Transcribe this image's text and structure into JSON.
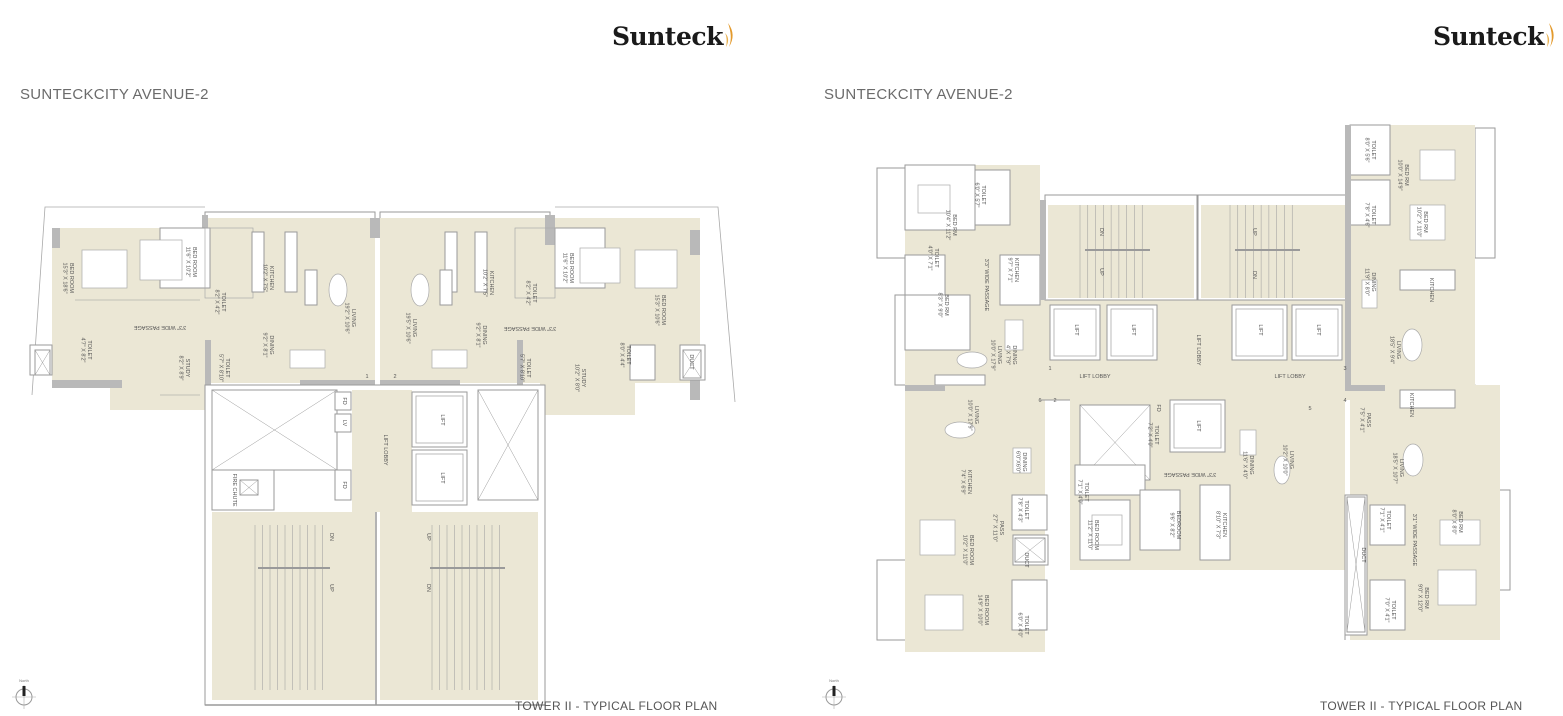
{
  "pages": [
    {
      "logo": "Sunteck",
      "project_title": "SUNTECKCITY AVENUE-2",
      "plan_caption": "TOWER II - TYPICAL FLOOR PLAN",
      "north_label": "North",
      "rooms": [
        {
          "name": "BED ROOM",
          "size": "15'3\" X 18'6\""
        },
        {
          "name": "BED ROOM",
          "size": "11'6\" X 10'2\""
        },
        {
          "name": "TOILET",
          "size": "8'2\" X 4'2\""
        },
        {
          "name": "KITCHEN",
          "size": "10'2\" X 7'5\""
        },
        {
          "name": "LIVING",
          "size": "19'2\" X 10'6\""
        },
        {
          "name": "DINING",
          "size": "9'2\" X 8'1\""
        },
        {
          "name": "3'3\" WIDE PASSAGE",
          "size": ""
        },
        {
          "name": "TOILET",
          "size": "4'7\" X 8'2\""
        },
        {
          "name": "STUDY",
          "size": "8'2\" X 8'9\""
        },
        {
          "name": "TOILET",
          "size": "5'7\" X 8'10\""
        },
        {
          "name": "LIVING",
          "size": "19'5\" X 10'6\""
        },
        {
          "name": "KITCHEN",
          "size": "10'2\" X 7'5\""
        },
        {
          "name": "TOILET",
          "size": "8'2\" X 4'2\""
        },
        {
          "name": "DINING",
          "size": "9'2\" X 8'1\""
        },
        {
          "name": "3'3\" WIDE PASSAGE",
          "size": ""
        },
        {
          "name": "BED ROOM",
          "size": "11'6\" X 10'2\""
        },
        {
          "name": "BED ROOM",
          "size": "15'3\" X 10'6\""
        },
        {
          "name": "TOILET",
          "size": "5'7\" X 8'10\""
        },
        {
          "name": "STUDY",
          "size": "10'2\" X 8'0\""
        },
        {
          "name": "TOILET",
          "size": "8'0\" X 4'4\""
        },
        {
          "name": "DUCT",
          "size": ""
        }
      ],
      "core_labels": [
        "LIFT LOBBY",
        "LIFT",
        "LIFT",
        "FD",
        "LV",
        "FD",
        "FIRE CHUTE",
        "DN",
        "UP",
        "UP",
        "DN",
        "1",
        "2"
      ]
    },
    {
      "logo": "Sunteck",
      "project_title": "SUNTECKCITY AVENUE-2",
      "plan_caption": "TOWER II - TYPICAL FLOOR PLAN",
      "north_label": "North",
      "rooms": [
        {
          "name": "BED RM",
          "size": "10'4\" X 11'2\""
        },
        {
          "name": "TOILET",
          "size": "6'0\" X 5'7\""
        },
        {
          "name": "TOILET",
          "size": "4'0\" X 7'1\""
        },
        {
          "name": "3'3\" WIDE PASSAGE",
          "size": ""
        },
        {
          "name": "KITCHEN",
          "size": "9'7\" X 7'1\""
        },
        {
          "name": "BED RM",
          "size": "8'3\" X 9'0\""
        },
        {
          "name": "LIVING",
          "size": "10'0\" X 17'9\""
        },
        {
          "name": "DINING",
          "size": "4' X 7'9\""
        },
        {
          "name": "LIVING",
          "size": "10'0\" X 17'9\""
        },
        {
          "name": "DINING",
          "size": "6'0\"X6'0\""
        },
        {
          "name": "KITCHEN",
          "size": "7'4\" X 6'9\""
        },
        {
          "name": "TOILET",
          "size": "7'8\" X 4'3\""
        },
        {
          "name": "PASS",
          "size": "2'7\" X 11'0\""
        },
        {
          "name": "BED ROOM",
          "size": "10'2\" X 11'0\""
        },
        {
          "name": "DUCT",
          "size": ""
        },
        {
          "name": "BED ROOM",
          "size": "14'9\" X 10'0\""
        },
        {
          "name": "TOILET",
          "size": "6'0\" X 4'0\""
        },
        {
          "name": "TOILET",
          "size": "7'2\" X 4'0\""
        },
        {
          "name": "3'3\" WIDE PASSAGE",
          "size": ""
        },
        {
          "name": "DINING",
          "size": "11'6\" X 4'0\""
        },
        {
          "name": "LIVING",
          "size": "10'2\" X 10'0\""
        },
        {
          "name": "TOILET",
          "size": "7'1\" X 4'0\""
        },
        {
          "name": "BED ROOM",
          "size": "11'2\" X 11'0\""
        },
        {
          "name": "BEDROOM",
          "size": "9'6\" X 8'2\""
        },
        {
          "name": "KITCHEN",
          "size": "8'10\" X 7'3\""
        },
        {
          "name": "TOILET",
          "size": "8'0\" X 5'6\""
        },
        {
          "name": "BED RM",
          "size": "10'0\" X 14'9\""
        },
        {
          "name": "TOILET",
          "size": "7'8\" X 4'6\""
        },
        {
          "name": "BED RM",
          "size": "10'2\" X 11'0\""
        },
        {
          "name": "DINING",
          "size": "11'9\" X 8'0\""
        },
        {
          "name": "KITCHEN",
          "size": ""
        },
        {
          "name": "LIVING",
          "size": "18'5\" X 9'4\""
        },
        {
          "name": "PASS",
          "size": "7'5\" X 4'1\""
        },
        {
          "name": "KITCHEN",
          "size": ""
        },
        {
          "name": "LIVING",
          "size": "18'5\" X 10'7\""
        },
        {
          "name": "TOILET",
          "size": "7'1\" X 4'1\""
        },
        {
          "name": "3'1\" WIDE PASSAGE",
          "size": ""
        },
        {
          "name": "BED RM",
          "size": "8'0\" X 8'0\""
        },
        {
          "name": "DUCT",
          "size": ""
        },
        {
          "name": "TOILET",
          "size": "7'0\" X 4'1\""
        },
        {
          "name": "BED RM",
          "size": "9'0\" X 12'0\""
        }
      ],
      "core_labels": [
        "LIFT LOBBY",
        "LIFT LOBBY",
        "LIFT LOBBY",
        "LIFT",
        "LIFT",
        "LIFT",
        "LIFT",
        "LIFT",
        "DN",
        "UP",
        "UP",
        "DN",
        "FD",
        "1",
        "2",
        "3",
        "4",
        "5",
        "6"
      ]
    }
  ],
  "colors": {
    "floor": "#ebe7d5",
    "wall": "#b9b9b9",
    "line": "#9a9a9a",
    "flame": "#e39a2d",
    "text": "#6b6b6b"
  }
}
